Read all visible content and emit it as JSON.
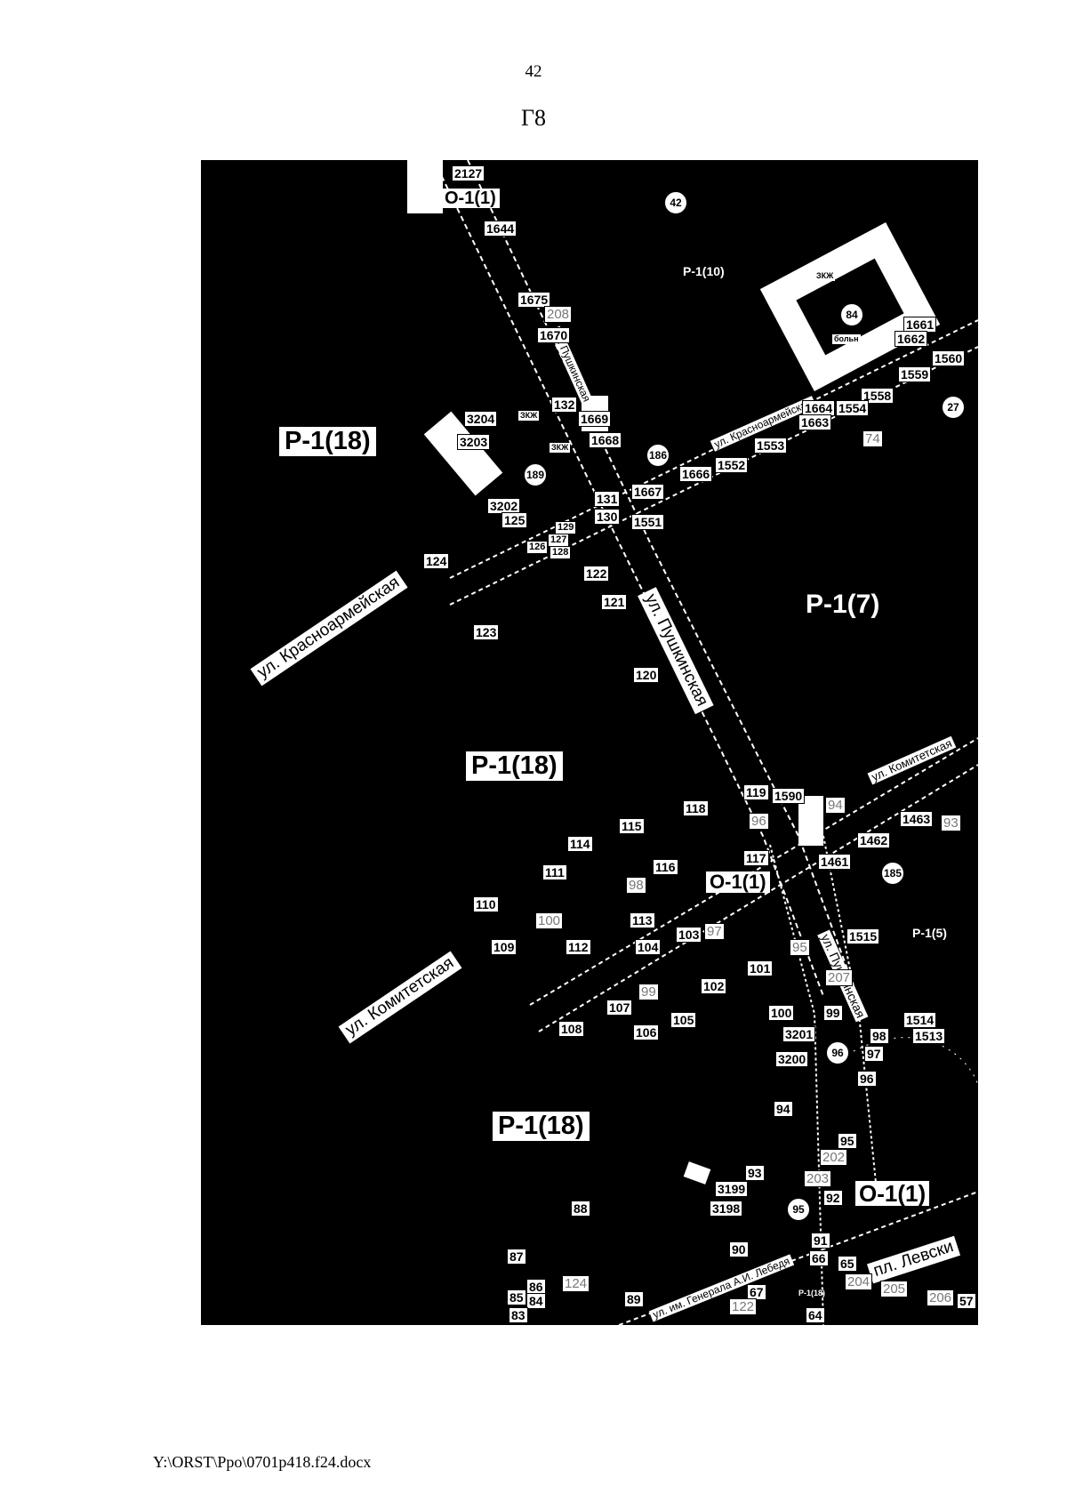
{
  "page": {
    "number": "42",
    "title": "Г8",
    "file_path": "Y:\\ORST\\Ppo\\0701p418.f24.docx"
  },
  "map": {
    "zones": {
      "p18_a": "Р-1(18)",
      "p18_b": "Р-1(18)",
      "p18_c": "Р-1(18)",
      "p7": "Р-1(7)",
      "p10": "Р-1(10)",
      "p5": "Р-1(5)",
      "o1_a": "О-1(1)",
      "o1_b": "О-1(1)",
      "o1_c": "О-1(1)",
      "p18_tiny": "Р-1(18)"
    },
    "streets": {
      "krasnoarmeyskaya": "ул. Красноармейская",
      "krasnoarmeyskaya_small": "ул. Красноармейская",
      "pushkinskaya": "ул. Пушкинская",
      "pushkinskaya_small": "ул. Пушкинская",
      "pushkinskaya_south": "ул. Пушкинская",
      "komitetskaya": "ул. Комитетская",
      "komitetskaya_east": "ул. Комитетская",
      "levski": "пл. Левски",
      "lebed": "ул. им. Генерала А.И. Лебедя"
    },
    "building_notes": {
      "zhk_1": "ЗКЖ",
      "zhk_2": "ЗКЖ",
      "hospital": "больн",
      "zhk_3": "ЗКЖ"
    },
    "circles": {
      "c42": "42",
      "c84": "84",
      "c27": "27",
      "c186": "186",
      "c189": "189",
      "c185": "185",
      "c96": "96",
      "c95": "95"
    },
    "parcels": {
      "p2127": "2127",
      "p1644": "1644",
      "p1675": "1675",
      "p208": "208",
      "p1670": "1670",
      "p1661": "1661",
      "p1662": "1662",
      "p1560": "1560",
      "p1559": "1559",
      "p1558": "1558",
      "p1664": "1664",
      "p1554": "1554",
      "p1663": "1663",
      "p1553": "1553",
      "p74": "74",
      "p1552": "1552",
      "p1666": "1666",
      "p1667": "1667",
      "p3204": "3204",
      "p3203": "3203",
      "p132": "132",
      "p1669": "1669",
      "p1668": "1668",
      "p3202": "3202",
      "p125": "125",
      "p131": "131",
      "p130": "130",
      "p1551": "1551",
      "p129": "129",
      "p127": "127",
      "p126": "126",
      "p128": "128",
      "p124": "124",
      "p122": "122",
      "p121": "121",
      "p123": "123",
      "p120": "120",
      "p119": "119",
      "p1590": "1590",
      "p94a": "94",
      "p96a": "96",
      "p1463": "1463",
      "p93a": "93",
      "p1462": "1462",
      "p118": "118",
      "p115": "115",
      "p114": "114",
      "p117": "117",
      "p1461": "1461",
      "p111": "111",
      "p116": "116",
      "p98a": "98",
      "p110": "110",
      "p100a": "100",
      "p113": "113",
      "p109": "109",
      "p112": "112",
      "p104": "104",
      "p103": "103",
      "p97a": "97",
      "p95a": "95",
      "p1515": "1515",
      "p101": "101",
      "p207": "207",
      "p99a": "99",
      "p102": "102",
      "p107": "107",
      "p100b": "100",
      "p99b": "99",
      "p1514": "1514",
      "p105": "105",
      "p108": "108",
      "p106": "106",
      "p3201": "3201",
      "p98b": "98",
      "p1513": "1513",
      "p3200": "3200",
      "p97b": "97",
      "p96b": "96",
      "p94b": "94",
      "p95b": "95",
      "p202": "202",
      "p93b": "93",
      "p203": "203",
      "p3199": "3199",
      "p3198": "3198",
      "p92": "92",
      "p88": "88",
      "p91": "91",
      "p90": "90",
      "p87": "87",
      "p66": "66",
      "p65": "65",
      "p124b": "124",
      "p86": "86",
      "p85": "85",
      "p84": "84",
      "p89": "89",
      "p67": "67",
      "p204": "204",
      "p205": "205",
      "p206": "206",
      "p57": "57",
      "p83": "83",
      "p122b": "122",
      "p64": "64"
    }
  }
}
